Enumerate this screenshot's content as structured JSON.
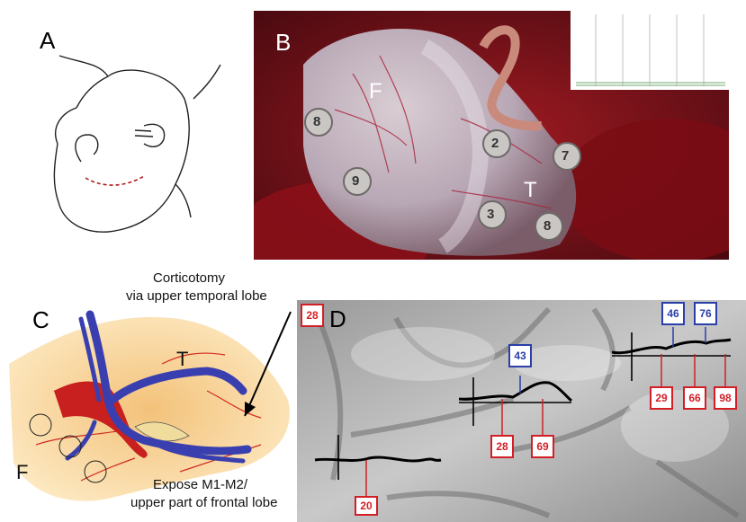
{
  "panels": {
    "a": {
      "letter": "A"
    },
    "b": {
      "letter": "B",
      "lobe_frontal": "F",
      "lobe_temporal": "T",
      "electrodes": [
        "8",
        "9",
        "2",
        "7",
        "3",
        "8"
      ]
    },
    "c": {
      "letter": "C",
      "lobe_temporal": "T",
      "lobe_frontal": "F",
      "annotation_top_line1": "Corticotomy",
      "annotation_top_line2": "via upper temporal lobe",
      "annotation_bottom_line1": "Expose M1-M2/",
      "annotation_bottom_line2": "upper part of frontal lobe"
    },
    "d": {
      "letter": "D",
      "red_labels": [
        "28",
        "28",
        "69",
        "29",
        "66",
        "98",
        "20"
      ],
      "blue_labels": [
        "43",
        "46",
        "76"
      ]
    }
  },
  "colors": {
    "red_box": "#d21f26",
    "blue_box": "#2a3fa8",
    "vein": "#3a3fb0",
    "artery": "#c8201e"
  }
}
